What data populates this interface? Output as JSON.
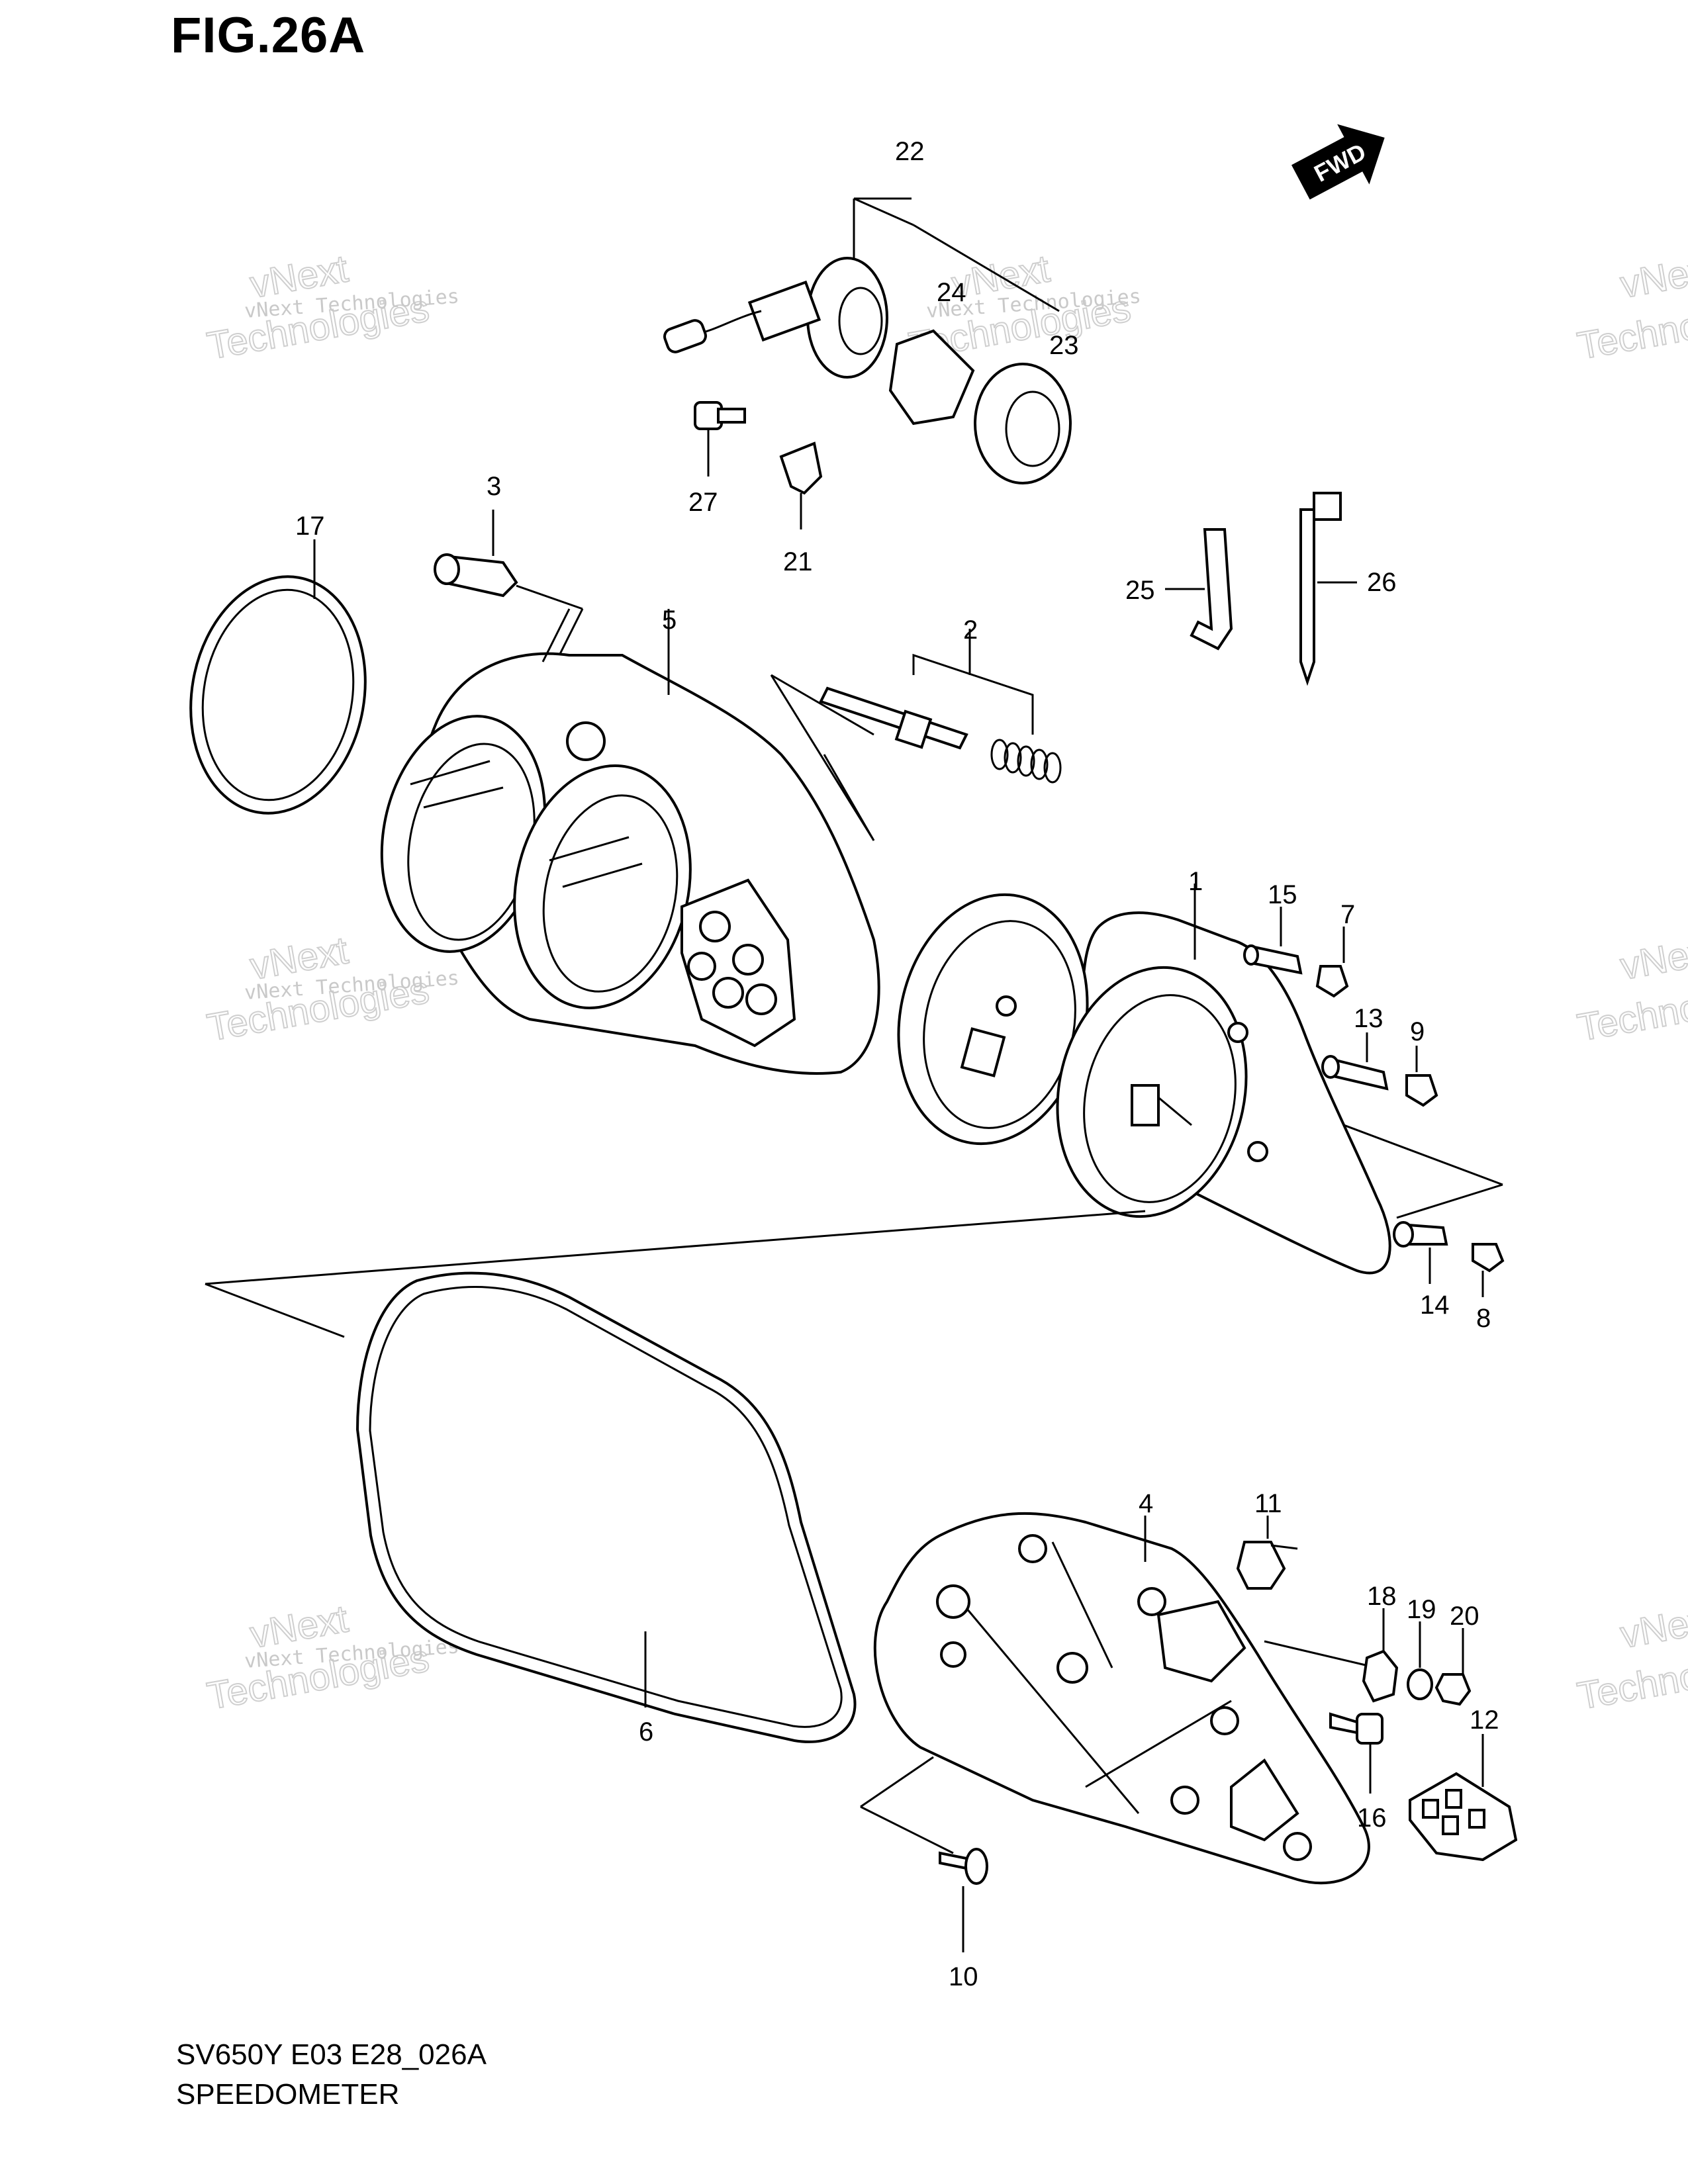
{
  "figure": {
    "title": "FIG.26A",
    "model_code": "SV650Y E03 E28_026A",
    "name": "SPEEDOMETER",
    "fwd_label": "FWD"
  },
  "callouts": [
    "22",
    "24",
    "23",
    "27",
    "21",
    "3",
    "17",
    "5",
    "2",
    "25",
    "26",
    "1",
    "15",
    "7",
    "13",
    "9",
    "14",
    "8",
    "6",
    "11",
    "4",
    "18",
    "19",
    "20",
    "12",
    "16",
    "10"
  ],
  "watermark": {
    "small": "vNext Technologies",
    "large_top": "vNext",
    "large_bottom": "Technologies"
  }
}
